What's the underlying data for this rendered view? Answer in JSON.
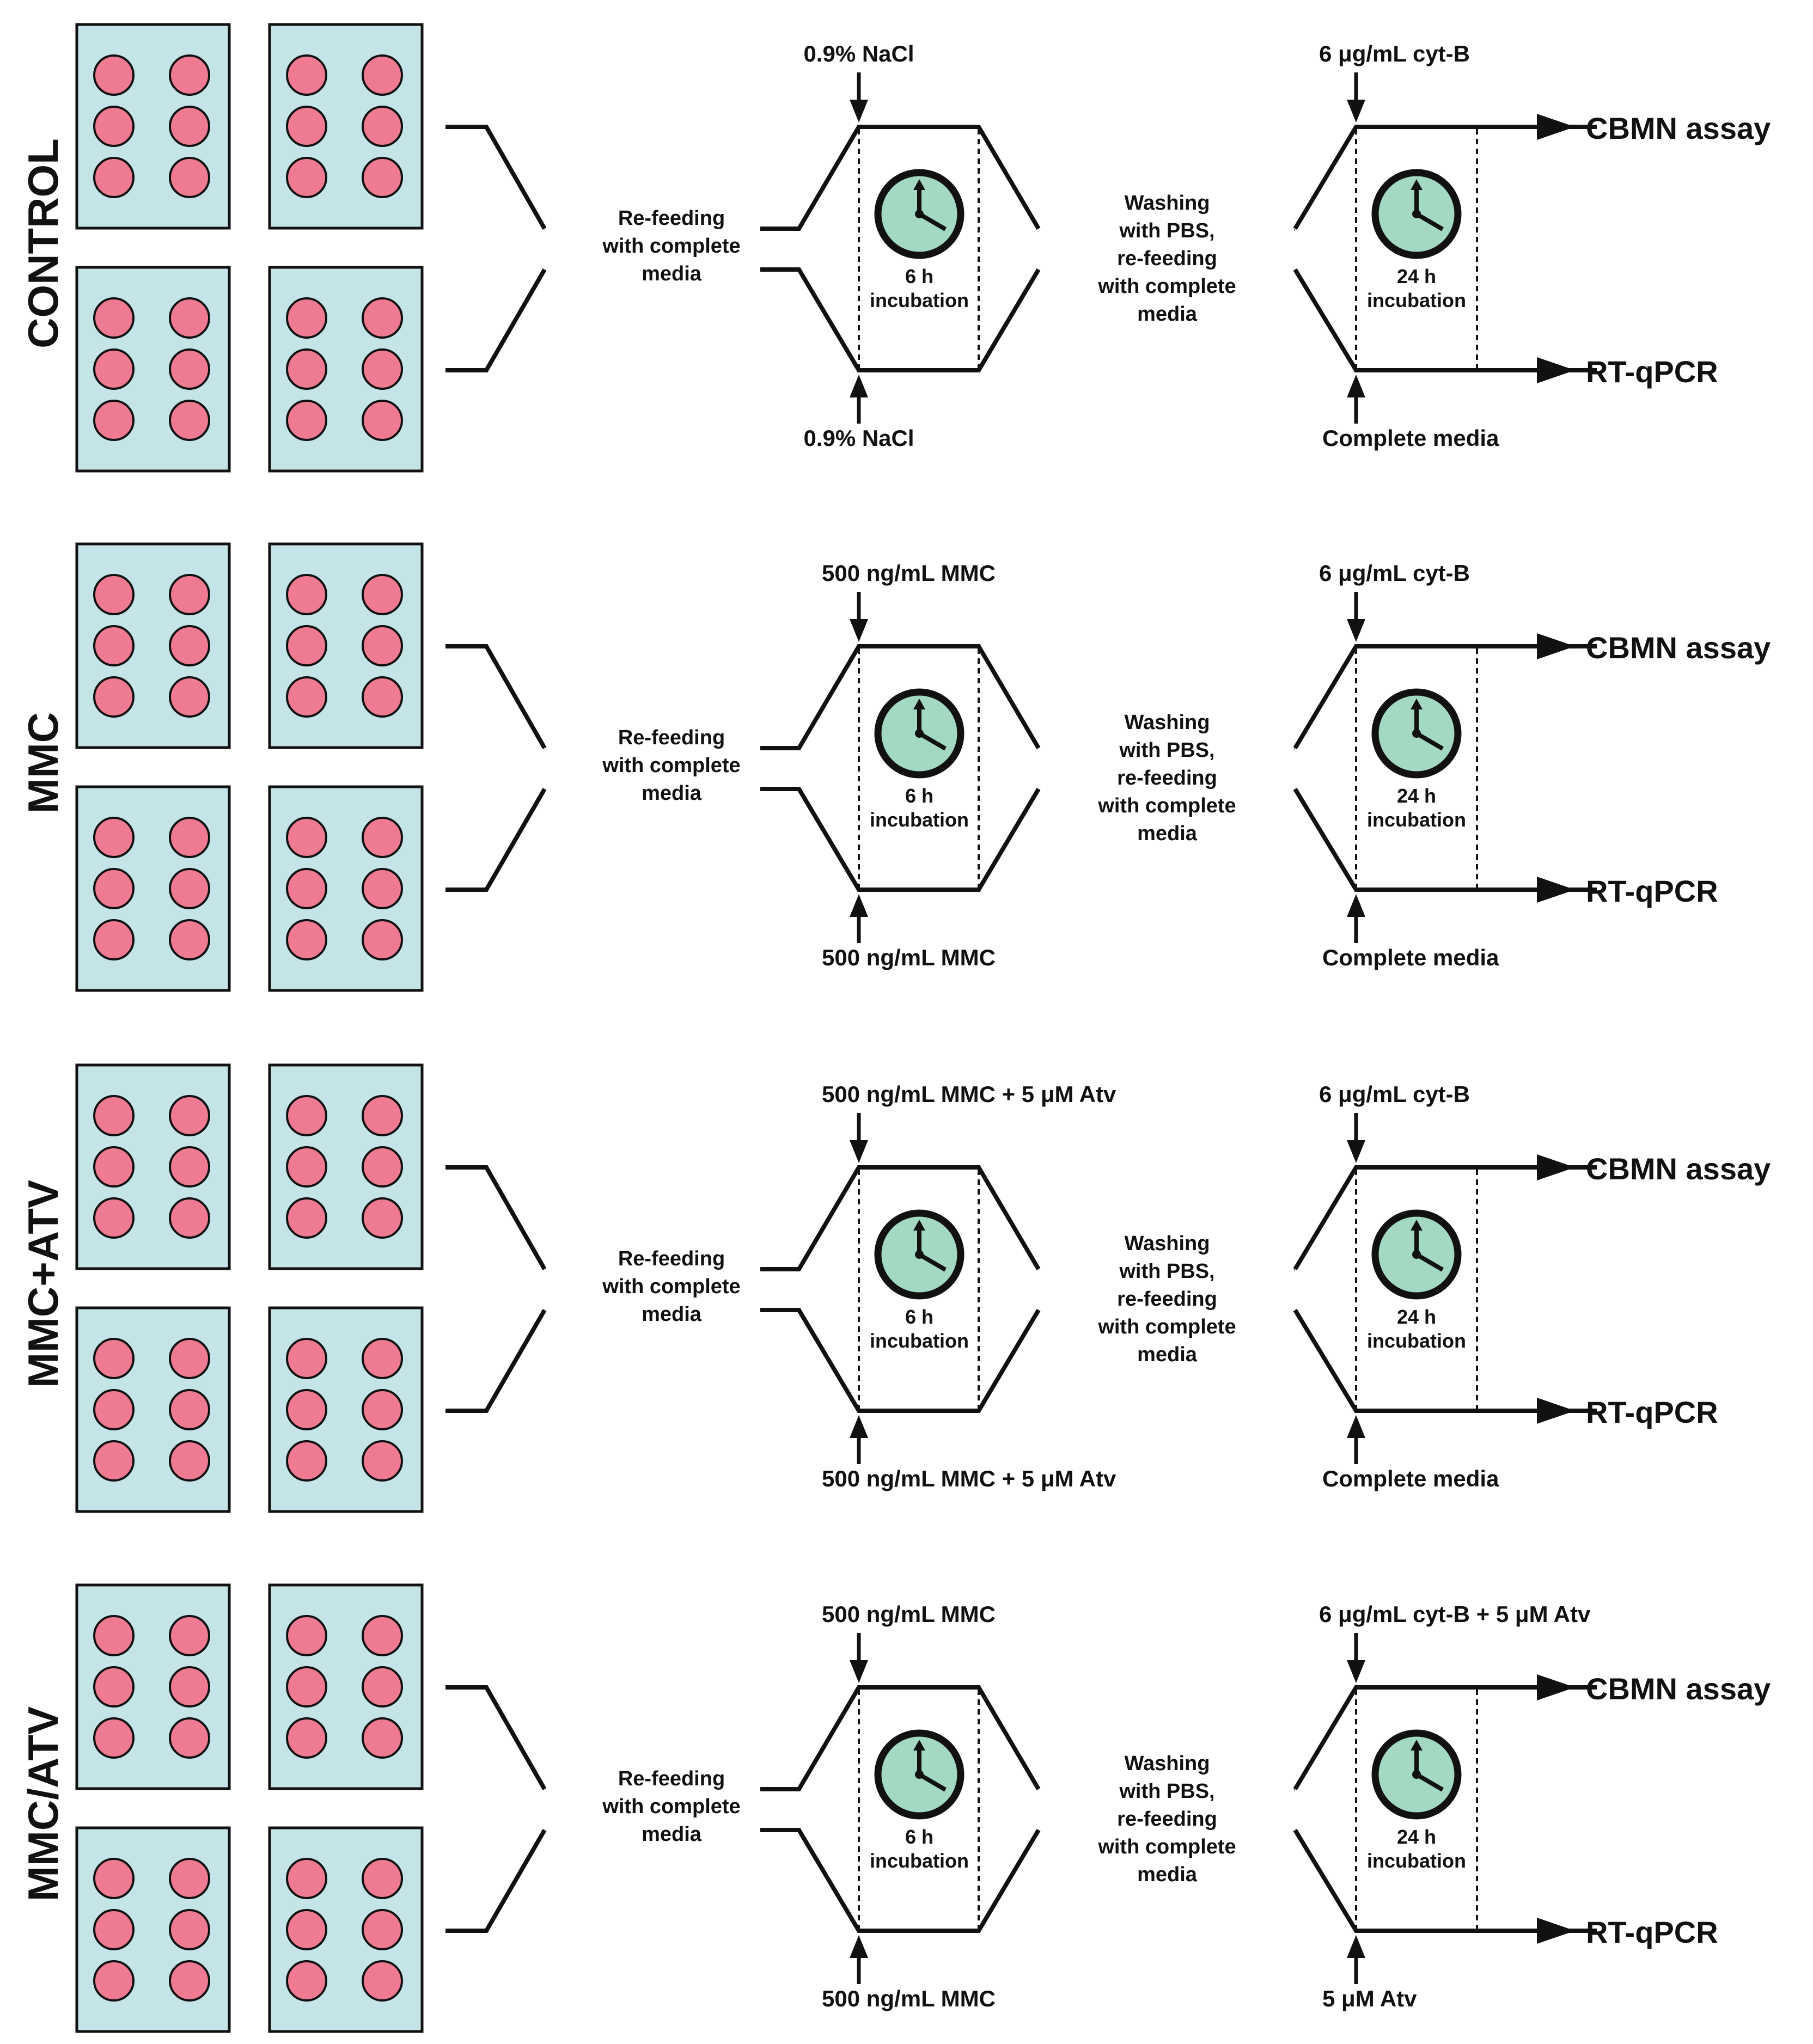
{
  "colors": {
    "plate_fill": "#c5e4e8",
    "well_fill": "#ef7b93",
    "clock_face": "#a3d9c2",
    "line": "#111111"
  },
  "icons": [
    "well-plate-icon",
    "clock-icon",
    "arrow-icon"
  ],
  "rows": [
    {
      "group": "CONTROL",
      "refeed": [
        "Re-feeding",
        "with complete",
        "media"
      ],
      "treatment_top": "0.9% NaCl",
      "treatment_bottom": "0.9% NaCl",
      "incubation1": [
        "6 h",
        "incubation"
      ],
      "wash": [
        "Washing",
        "with PBS,",
        "re-feeding",
        "with complete",
        "media"
      ],
      "second_top": "6 μg/mL cyt-B",
      "second_bottom": "Complete media",
      "incubation2": [
        "24 h",
        "incubation"
      ],
      "out_top": "CBMN assay",
      "out_bottom": "RT-qPCR"
    },
    {
      "group": "MMC",
      "refeed": [
        "Re-feeding",
        "with complete",
        "media"
      ],
      "treatment_top": "500 ng/mL MMC",
      "treatment_bottom": "500 ng/mL MMC",
      "incubation1": [
        "6 h",
        "incubation"
      ],
      "wash": [
        "Washing",
        "with PBS,",
        "re-feeding",
        "with complete",
        "media"
      ],
      "second_top": "6 μg/mL cyt-B",
      "second_bottom": "Complete media",
      "incubation2": [
        "24 h",
        "incubation"
      ],
      "out_top": "CBMN assay",
      "out_bottom": "RT-qPCR"
    },
    {
      "group": "MMC+ATV",
      "refeed": [
        "Re-feeding",
        "with complete",
        "media"
      ],
      "treatment_top": "500 ng/mL MMC + 5 μM Atv",
      "treatment_bottom": "500 ng/mL MMC + 5 μM Atv",
      "incubation1": [
        "6 h",
        "incubation"
      ],
      "wash": [
        "Washing",
        "with PBS,",
        "re-feeding",
        "with complete",
        "media"
      ],
      "second_top": "6 μg/mL cyt-B",
      "second_bottom": "Complete media",
      "incubation2": [
        "24 h",
        "incubation"
      ],
      "out_top": "CBMN assay",
      "out_bottom": "RT-qPCR"
    },
    {
      "group": "MMC/ATV",
      "refeed": [
        "Re-feeding",
        "with complete",
        "media"
      ],
      "treatment_top": "500 ng/mL MMC",
      "treatment_bottom": "500 ng/mL MMC",
      "incubation1": [
        "6 h",
        "incubation"
      ],
      "wash": [
        "Washing",
        "with PBS,",
        "re-feeding",
        "with complete",
        "media"
      ],
      "second_top": "6 μg/mL cyt-B + 5 μM Atv",
      "second_bottom": "5 μM Atv",
      "incubation2": [
        "24 h",
        "incubation"
      ],
      "out_top": "CBMN assay",
      "out_bottom": "RT-qPCR"
    }
  ]
}
